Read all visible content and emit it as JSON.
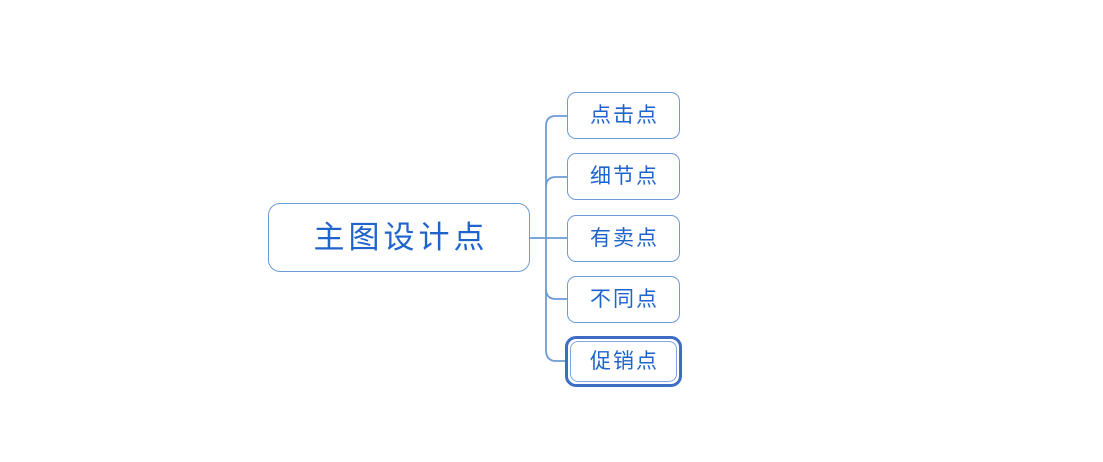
{
  "diagram": {
    "type": "mind-map",
    "background_color": "#ffffff",
    "node_border_color": "#6d9bd8",
    "node_text_color": "#1f63cc",
    "connector_color": "#6d9bd8",
    "selection_ring_color": "#3c6cc4",
    "root": {
      "label": "主图设计点"
    },
    "children": [
      {
        "label": "点击点",
        "selected": false
      },
      {
        "label": "细节点",
        "selected": false
      },
      {
        "label": "有卖点",
        "selected": false
      },
      {
        "label": "不同点",
        "selected": false
      },
      {
        "label": "促销点",
        "selected": true
      }
    ]
  }
}
